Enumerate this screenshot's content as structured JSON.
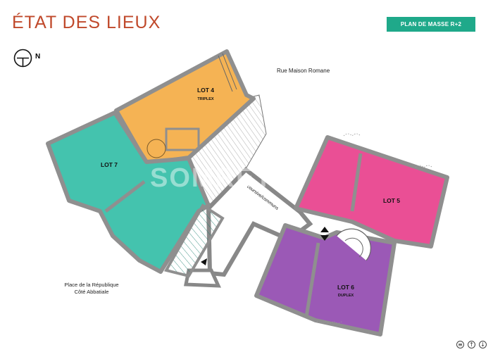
{
  "header": {
    "title": "ÉTAT DES LIEUX",
    "plan_label": "PLAN DE MASSE R+2"
  },
  "compass": {
    "label": "N",
    "icon": "north-arrow-icon"
  },
  "streets": {
    "rue": "Rue Maison Romane",
    "coursive": "coursive/communs",
    "place_line1": "Place de la République",
    "place_line2": "Côté Abbatiale"
  },
  "watermark": "SOMRET",
  "lots": {
    "lot4": {
      "name": "LOT 4",
      "type": "TRIPLEX"
    },
    "lot7": {
      "name": "LOT 7"
    },
    "lot5": {
      "name": "LOT 5"
    },
    "lot6": {
      "name": "LOT 6",
      "type": "DUPLEX"
    }
  },
  "nav": {
    "menu_icon": "menu-icon",
    "up_icon": "arrow-up-icon",
    "down_icon": "arrow-down-icon"
  },
  "colors": {
    "title": "#c0492b",
    "badge": "#1fa98a",
    "lot4": "#f5b354",
    "lot7": "#44c3ae",
    "lot5": "#ea4f95",
    "lot6": "#9b59b6",
    "walls": "#9a9a9a"
  }
}
